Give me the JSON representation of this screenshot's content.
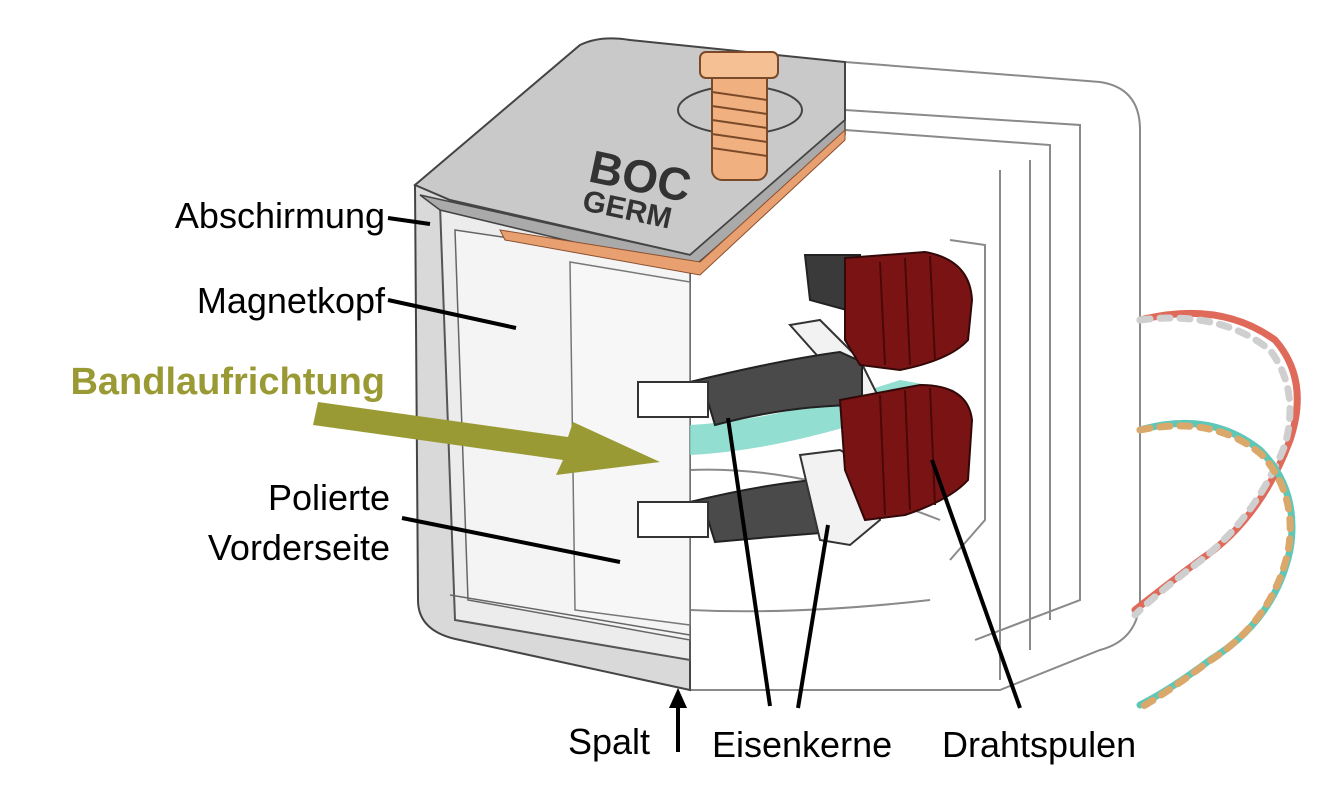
{
  "labels": {
    "abschirmung": "Abschirmung",
    "magnetkopf": "Magnetkopf",
    "bandlaufrichtung": "Bandlaufrichtung",
    "polierte_line1": "Polierte",
    "polierte_line2": "Vorderseite",
    "spalt": "Spalt",
    "eisenkerne": "Eisenkerne",
    "drahtspulen": "Drahtspulen"
  },
  "brand_text": {
    "line1": "BOC",
    "line2": "GERM"
  },
  "colors": {
    "accent": "#9a9a35",
    "coil": "#7a1414",
    "core": "#555555",
    "screw": "#f0b080",
    "tape_highlight": "#7fd8c8",
    "wire_red": "#e06a5a",
    "wire_teal": "#5ec8b8",
    "wire_tan": "#d9a86a"
  }
}
